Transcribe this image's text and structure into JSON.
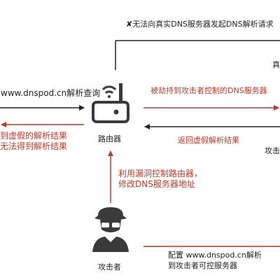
{
  "labels": {
    "top_note": "无法向真实DNS服务器发起DNS解析请求",
    "top_note_mark": "✘",
    "right_top_cut": "真",
    "query": "www.dnspod.cn解析查询",
    "hijacked": "被劫持到攻击者控制的DNS服务器",
    "fake_left_1": "到虚假的解析结果",
    "fake_left_2": "无法得到解析结果",
    "router": "路由器",
    "return_fake": "返回虚假解析结果",
    "right_mid_cut": "攻击",
    "exploit_1": "利用漏洞控制路由器，",
    "exploit_2": "修改DNS服务器地址",
    "attacker": "攻击者",
    "config_1": "配置 www.dnspod.cn解析",
    "config_2": "到攻击者可控服务器"
  },
  "colors": {
    "red": "#c0392b",
    "line": "#222222",
    "icon": "#3a3a3a"
  },
  "icons": {
    "router": "router-icon",
    "attacker": "hacker-icon"
  }
}
